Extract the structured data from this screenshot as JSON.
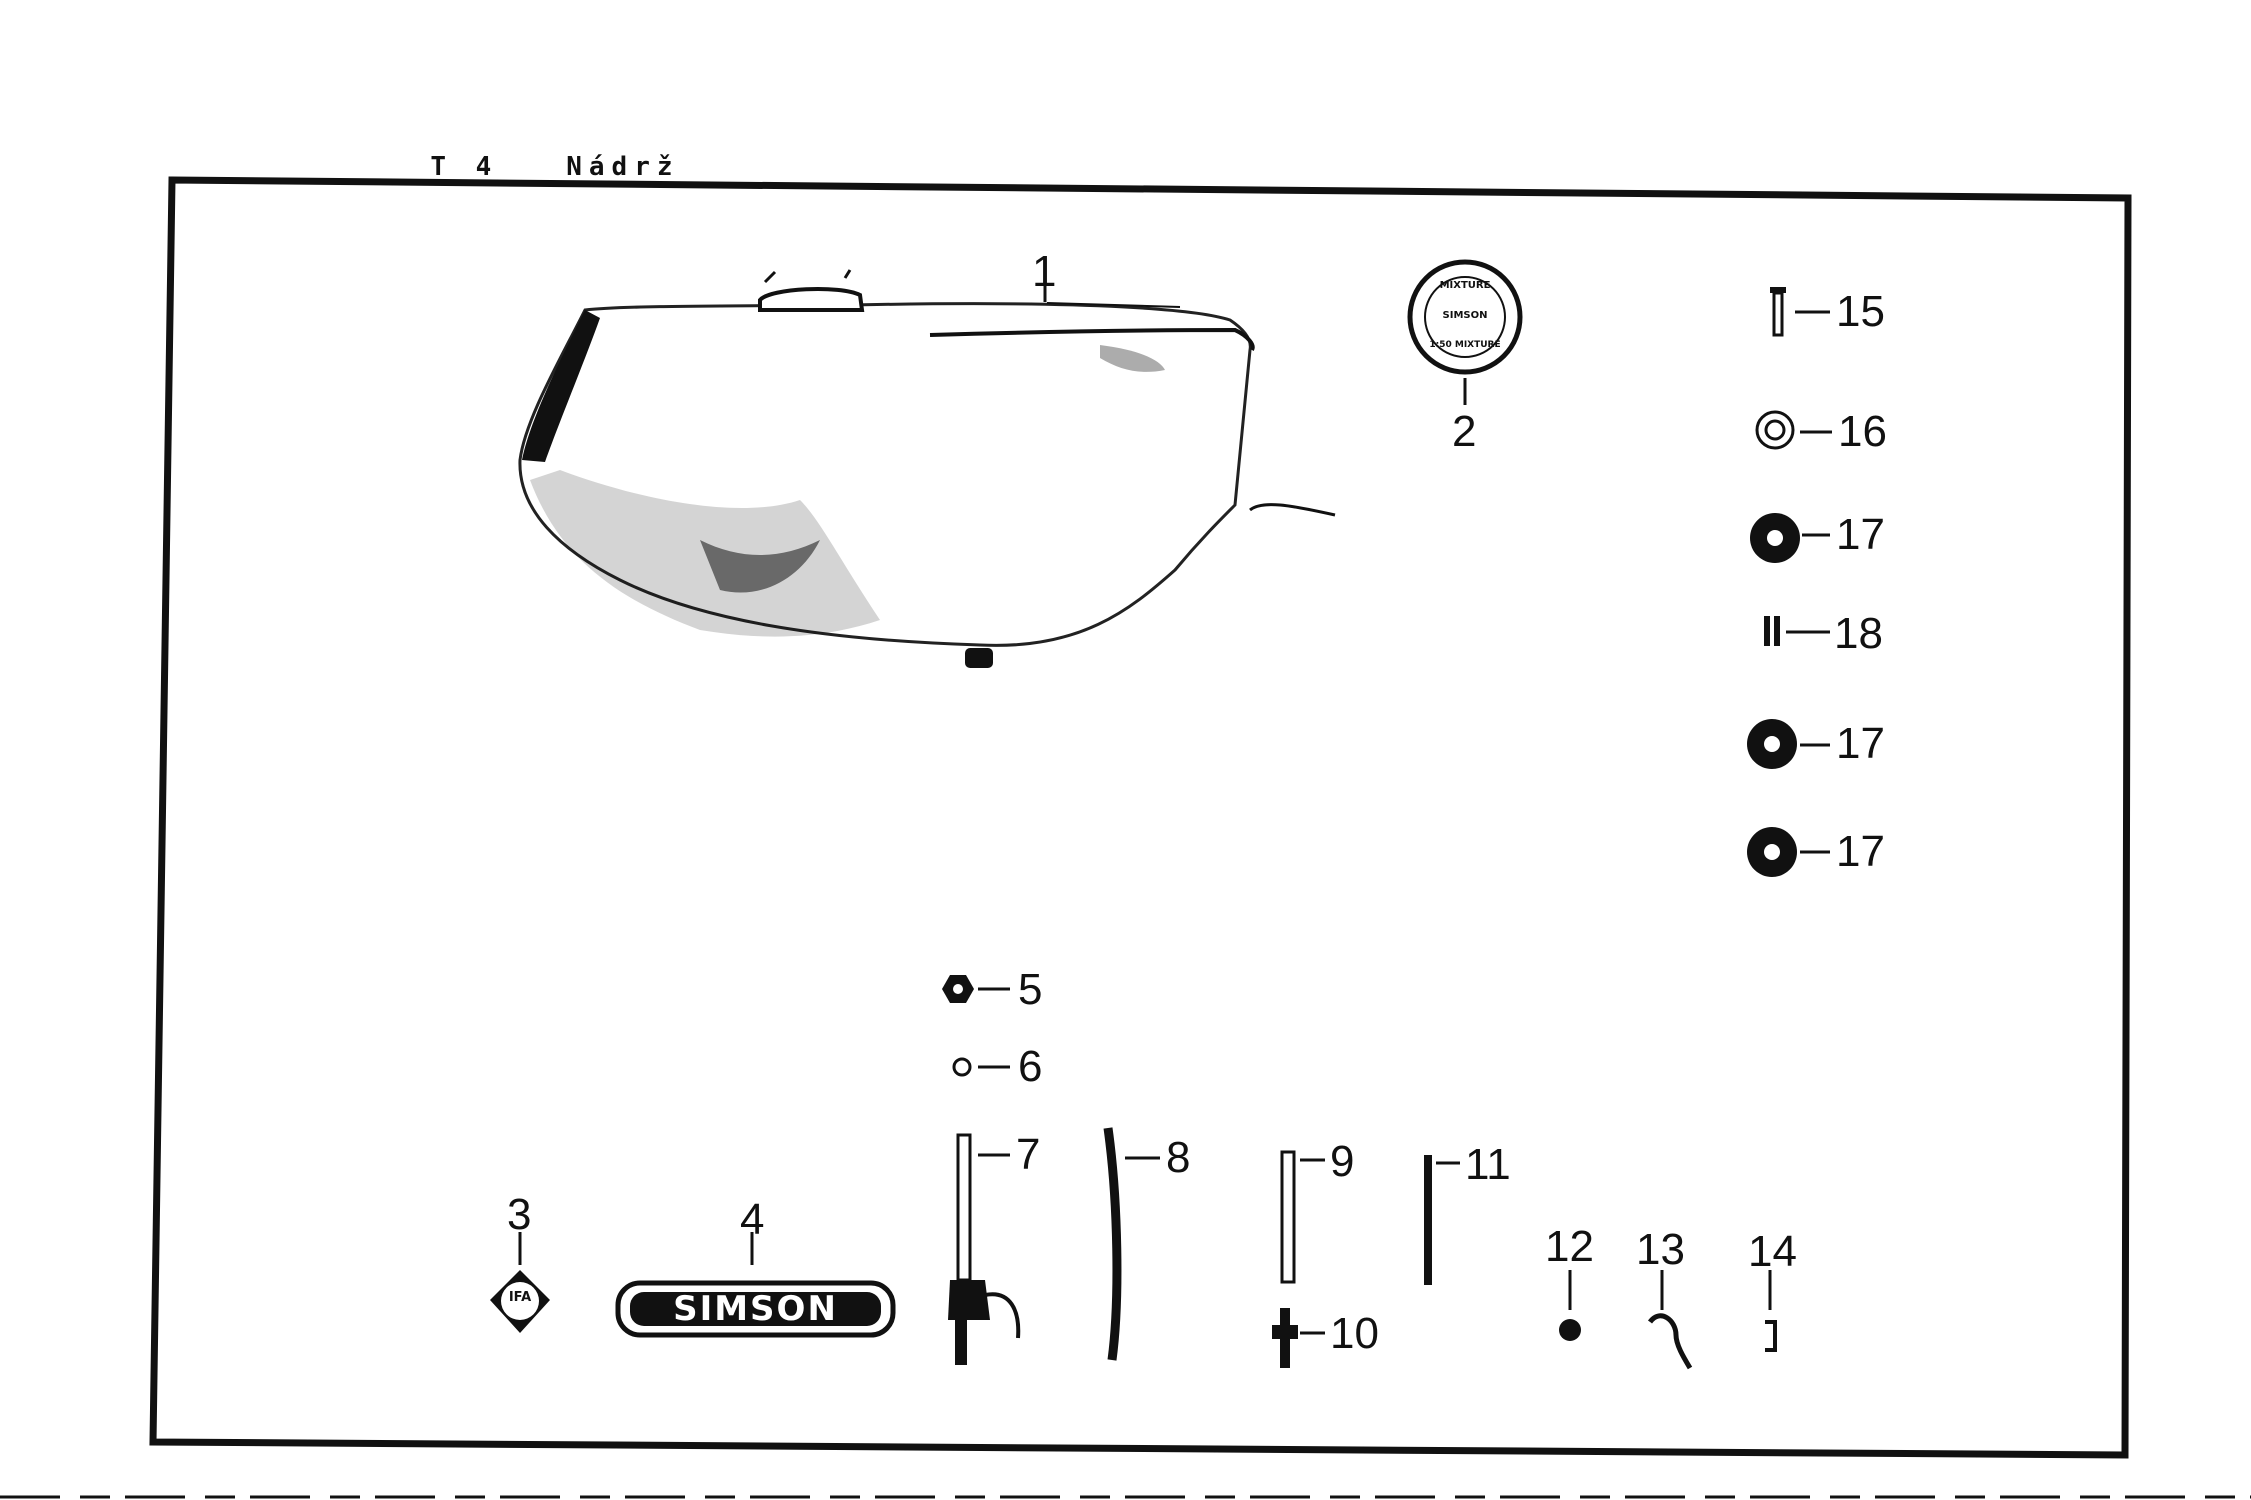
{
  "header": {
    "section": "T 4",
    "title": "Nádrž"
  },
  "callouts": {
    "n1": "1",
    "n2": "2",
    "n3": "3",
    "n4": "4",
    "n5": "5",
    "n6": "6",
    "n7": "7",
    "n8": "8",
    "n9": "9",
    "n10": "10",
    "n11": "11",
    "n12": "12",
    "n13": "13",
    "n14": "14",
    "n15": "15",
    "n16": "16",
    "n17": "17",
    "n18": "18",
    "n17b": "17",
    "n17c": "17"
  },
  "labels": {
    "badge_ifa": "IFA",
    "emblem_simson": "SIMSON",
    "cap_text_top": "MIXTURE",
    "cap_text_center": "SIMSON",
    "cap_text_bottom": "1:50 MIXTURE"
  }
}
